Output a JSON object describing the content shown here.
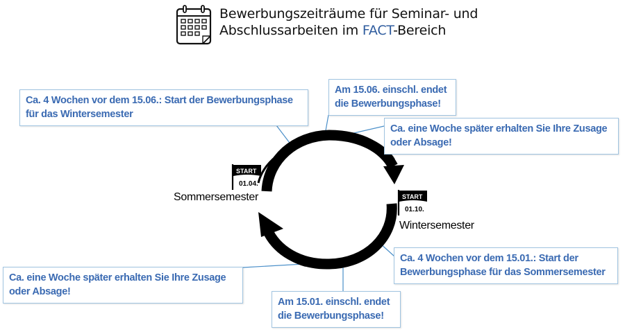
{
  "title": {
    "line1": "Bewerbungszeiträume für Seminar- und",
    "line2_before": "Abschlussarbeiten im ",
    "line2_accent": "FACT",
    "line2_after": "-Bereich",
    "accent_color": "#2f5c9e"
  },
  "icons": {
    "calendar": "calendar-icon",
    "start_flag": "start-flag-icon"
  },
  "summer": {
    "flag_label": "START",
    "date": "01.04.",
    "label": "Sommersemester"
  },
  "winter": {
    "flag_label": "START",
    "date": "01.10.",
    "label": "Wintersemester"
  },
  "boxes": {
    "ws_start": {
      "line1": "Ca. 4 Wochen vor dem 15.06.: Start der Bewerbungsphase",
      "line2": "für das Wintersemester"
    },
    "ws_end": {
      "line1": "Am 15.06. einschl. endet",
      "line2": "die Bewerbungsphase!"
    },
    "ws_result": {
      "line1": "Ca. eine Woche später erhalten Sie Ihre Zusage",
      "line2": "oder Absage!"
    },
    "ss_start": {
      "line1": "Ca. 4 Wochen vor dem 15.01.: Start der",
      "line2": "Bewerbungsphase für das Sommersemester"
    },
    "ss_result": {
      "line1": "Ca. eine Woche später erhalten Sie Ihre Zusage",
      "line2": "oder Absage!"
    },
    "ss_end": {
      "line1": "Am 15.01. einschl. endet",
      "line2": "die Bewerbungsphase!"
    }
  },
  "colors": {
    "box_text": "#3a6ab2",
    "box_border": "#9fc3e0",
    "connector": "#4a8fc9",
    "arrow": "#000000"
  }
}
